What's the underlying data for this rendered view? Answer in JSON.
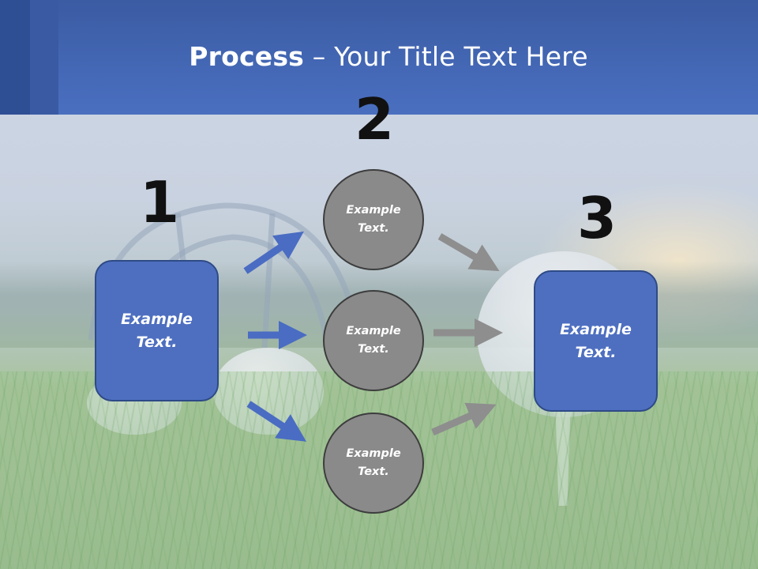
{
  "slide": {
    "title_bold": "Process",
    "title_rest": " – Your Title Text Here"
  },
  "steps": {
    "one": "1",
    "two": "2",
    "three": "3"
  },
  "left_box": {
    "text": "Example\nText."
  },
  "right_box": {
    "text": "Example\nText."
  },
  "circles": [
    {
      "text": "Example\nText."
    },
    {
      "text": "Example\nText."
    },
    {
      "text": "Example\nText."
    }
  ],
  "colors": {
    "header": "#4468b5",
    "box_fill": "#4e6fc0",
    "box_border": "#2e4a86",
    "circle_fill": "#8a8a8a",
    "circle_border": "#3d3d3d",
    "blue_arrow": "#4a6cc2",
    "gray_arrow": "#8e8e8e"
  }
}
